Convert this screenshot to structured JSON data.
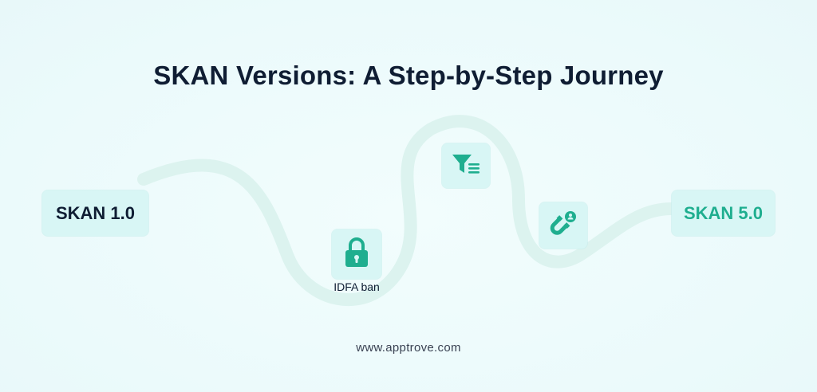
{
  "title": "SKAN Versions: A Step-by-Step Journey",
  "nodes": {
    "start": "SKAN 1.0",
    "end": "SKAN 5.0",
    "lock_caption": "IDFA ban"
  },
  "icons": {
    "lock": "lock-icon",
    "funnel": "filter-funnel-icon",
    "magnet": "magnet-user-icon"
  },
  "footer": "www.apptrove.com",
  "colors": {
    "background": "#eefbfc",
    "title": "#0f1d33",
    "accent": "#1fae8f",
    "node_fill": "#d8f6f5",
    "path": "#dcf3ef"
  }
}
